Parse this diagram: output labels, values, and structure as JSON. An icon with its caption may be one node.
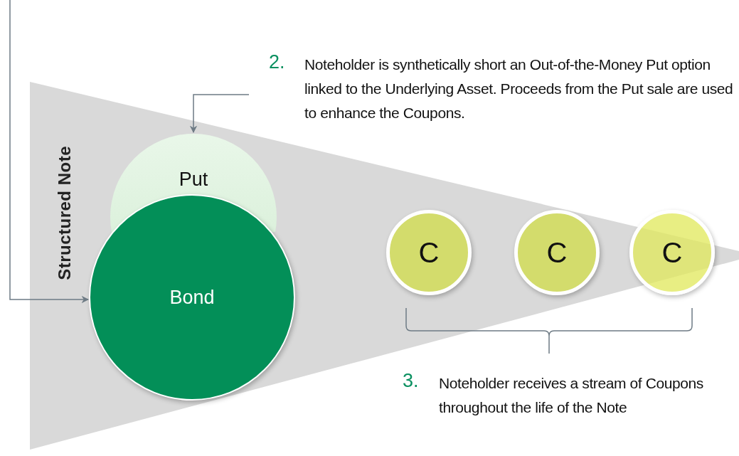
{
  "diagram": {
    "nodes": [
      {
        "text": [
          "Structured Note"
        ]
      },
      {
        "text": [
          "Put"
        ],
        "in": 0
      },
      {
        "text": [
          "Bond"
        ],
        "in": 0
      },
      {
        "text": [
          "C"
        ],
        "in": 0
      },
      {
        "text": [
          "C"
        ],
        "in": 0
      },
      {
        "text": [
          "C"
        ],
        "in": 0
      },
      {
        "text": [
          "2.",
          "Noteholder is synthetically short an Out-of-the-Money Put option linked to the Underlying Asset. Proceeds from the Put sale are used to enhance the Coupons."
        ]
      }
    ],
    "edges": [
      {
        "from": null,
        "to": 2,
        "arrow": "to"
      },
      {
        "from": 6,
        "to": 1,
        "arrow": "to"
      }
    ],
    "labels": [
      "3.",
      "Noteholder receives a stream of Coupons throughout the life of the Note"
    ]
  }
}
